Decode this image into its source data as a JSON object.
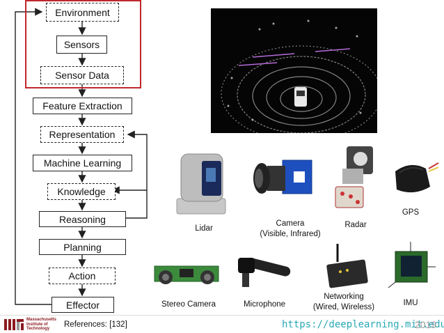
{
  "pipeline": {
    "environment": "Environment",
    "sensors": "Sensors",
    "sensor_data": "Sensor Data",
    "feature_extraction": "Feature Extraction",
    "representation": "Representation",
    "machine_learning": "Machine Learning",
    "knowledge": "Knowledge",
    "reasoning": "Reasoning",
    "planning": "Planning",
    "action": "Action",
    "effector": "Effector"
  },
  "sensors": {
    "lidar": "Lidar",
    "camera_line1": "Camera",
    "camera_line2": "(Visible, Infrared)",
    "radar": "Radar",
    "gps": "GPS",
    "stereo_camera": "Stereo Camera",
    "microphone": "Microphone",
    "networking_line1": "Networking",
    "networking_line2": "(Wired, Wireless)",
    "imu": "IMU"
  },
  "footer": {
    "mit_line1": "Massachusetts",
    "mit_line2": "Institute of",
    "mit_line3": "Technology",
    "references": "References: [132]",
    "url": "https://deeplearning.mit.edu",
    "year": "2019"
  },
  "colors": {
    "highlight": "#c0262d",
    "url": "#2aa8b5",
    "year": "#999999"
  }
}
